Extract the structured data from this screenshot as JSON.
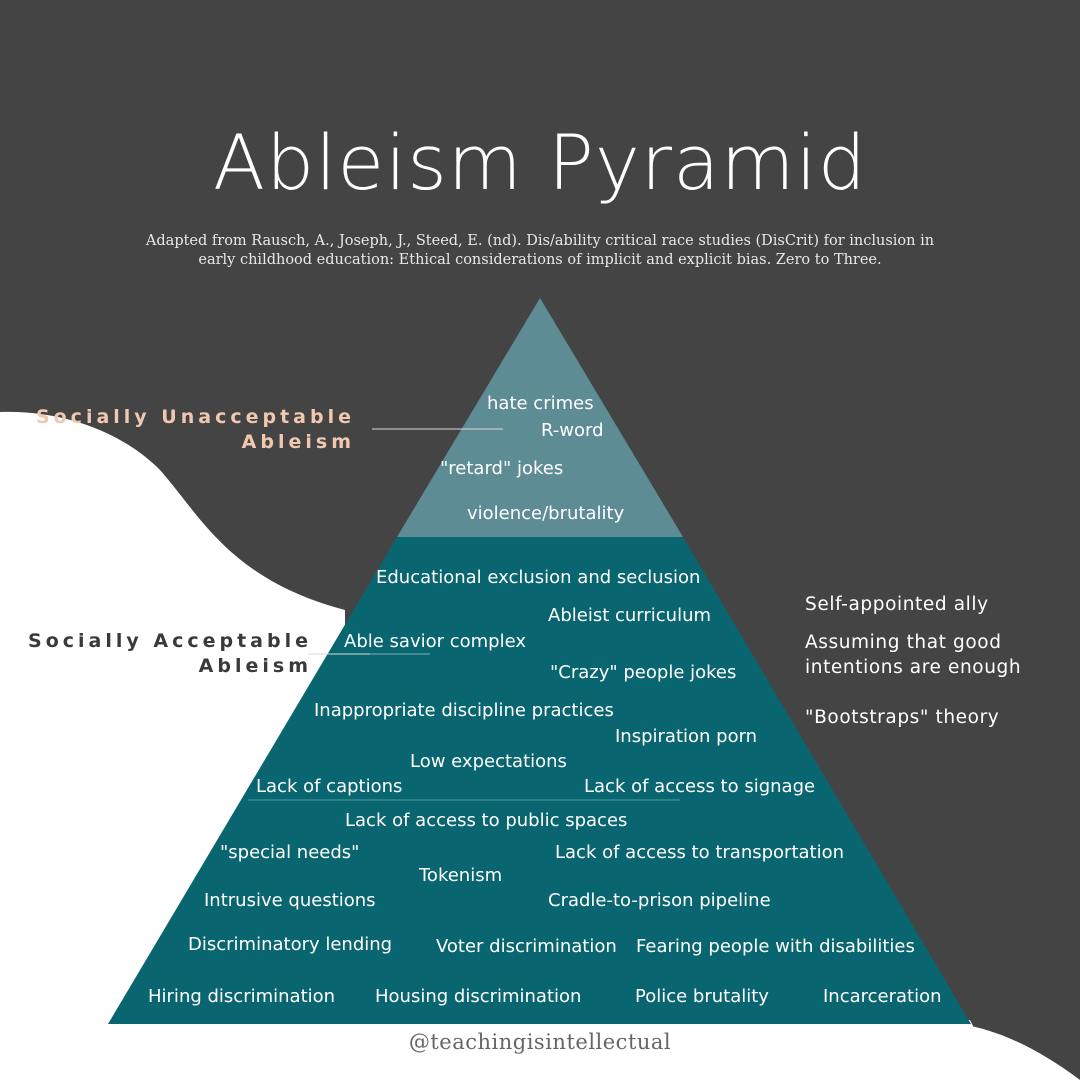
{
  "title": "Ableism Pyramid",
  "subtitle_line1": "Adapted from Rausch, A., Joseph, J., Steed, E. (nd). Dis/ability critical race studies (DisCrit) for inclusion in",
  "subtitle_line2": "early childhood education: Ethical considerations of implicit and explicit bias.  Zero to Three.",
  "colors": {
    "background_dark": "#444444",
    "background_wave": "#ffffff",
    "pyramid_top": "#5e8c95",
    "pyramid_base": "#09656f",
    "unacceptable_label": "#f0c8b0",
    "acceptable_label": "#3a3a3a",
    "text": "#ffffff"
  },
  "categories": {
    "unacceptable_line1": "Socially Unacceptable",
    "unacceptable_line2": "Ableism",
    "acceptable_line1": "Socially Acceptable",
    "acceptable_line2": "Ableism"
  },
  "top_items": [
    "hate crimes",
    "R-word",
    "\"retard\" jokes",
    "violence/brutality"
  ],
  "base_items": [
    "Educational exclusion and seclusion",
    "Ableist curriculum",
    "Able savior complex",
    "\"Crazy\" people jokes",
    "Inappropriate discipline practices",
    "Inspiration porn",
    "Low expectations",
    "Lack of captions",
    "Lack of access to signage",
    "Lack of access to public spaces",
    "\"special needs\"",
    "Lack of access to transportation",
    "Tokenism",
    "Intrusive questions",
    "Cradle-to-prison pipeline",
    "Discriminatory lending",
    "Voter discrimination",
    "Fearing people with disabilities",
    "Hiring discrimination",
    "Housing discrimination",
    "Police brutality",
    "Incarceration"
  ],
  "side_items": {
    "item1": "Self-appointed ally",
    "item2_line1": "Assuming that good",
    "item2_line2": "intentions are enough",
    "item3": "\"Bootstraps\" theory"
  },
  "handle": "@teachingisintellectual"
}
